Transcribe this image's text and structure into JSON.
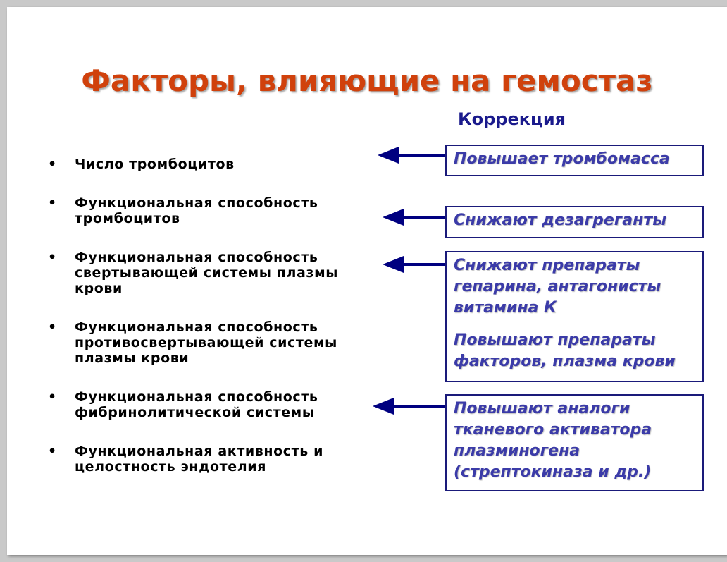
{
  "slide": {
    "title": "Факторы, влияющие на гемостаз",
    "subtitle": "Коррекция",
    "factors": [
      {
        "bullet": "•",
        "text": "Число тромбоцитов"
      },
      {
        "bullet": "•",
        "text": "Функциональная способность тромбоцитов"
      },
      {
        "bullet": "•",
        "text": "Функциональная способность свертывающей системы плазмы крови"
      },
      {
        "bullet": "•",
        "text": "Функциональная способность противосвертывающей системы плазмы крови"
      },
      {
        "bullet": "•",
        "text": "Функциональная способность фибринолитической системы"
      },
      {
        "bullet": "•",
        "text": "Функциональная активность и целостность эндотелия"
      }
    ],
    "corrections": [
      {
        "lines": [
          "Повышает тромбомасса"
        ]
      },
      {
        "lines": [
          "Снижают дезагреганты"
        ]
      },
      {
        "lines": [
          "Снижают препараты гепарина, антагонисты витамина К",
          "Повышают препараты факторов, плазма крови"
        ]
      },
      {
        "lines": [
          "Повышают аналоги тканевого активатора плазминогена (стрептокиназа и др.)"
        ]
      }
    ]
  },
  "colors": {
    "title": "#d0410c",
    "subtitle": "#1a1a8c",
    "box_text": "#3b3ba8",
    "arrow": "#000080"
  }
}
